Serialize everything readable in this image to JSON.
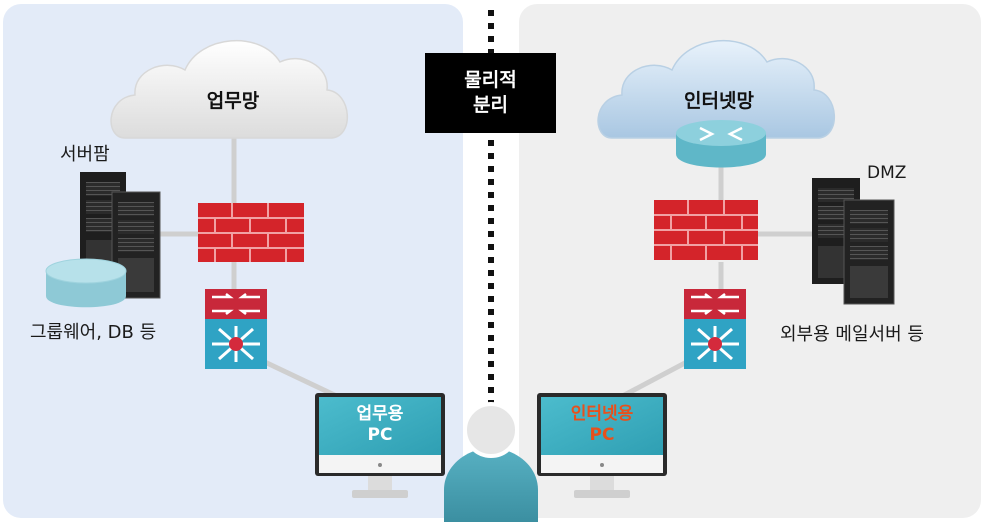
{
  "separator": {
    "line1": "물리적",
    "line2": "분리"
  },
  "left": {
    "network_title": "업무망",
    "server_farm_label": "서버팜",
    "storage_label": "그룹웨어, DB 등",
    "pc_line1": "업무용",
    "pc_line2": "PC"
  },
  "right": {
    "network_title": "인터넷망",
    "dmz_label": "DMZ",
    "mail_label": "외부용 메일서버 등",
    "pc_line1": "인터넷용",
    "pc_line2": "PC"
  },
  "colors": {
    "left_zone": "#e3ebf8",
    "right_zone": "#efefef",
    "firewall": "#d4242a",
    "switch_top": "#c8283a",
    "switch_bottom": "#2fa3c4",
    "monitor_screen": "#3fb0c4",
    "right_pc_text": "#e8501c",
    "user": "#4aa2b5"
  }
}
